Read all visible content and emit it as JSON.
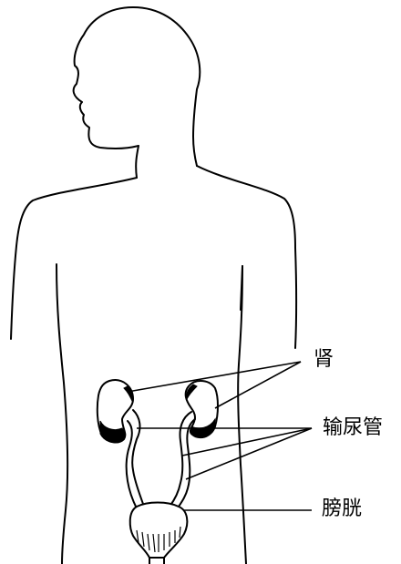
{
  "labels": {
    "kidney": "肾",
    "ureter": "输尿管",
    "bladder": "膀胱"
  },
  "colors": {
    "line": "#000000",
    "background": "#ffffff"
  }
}
